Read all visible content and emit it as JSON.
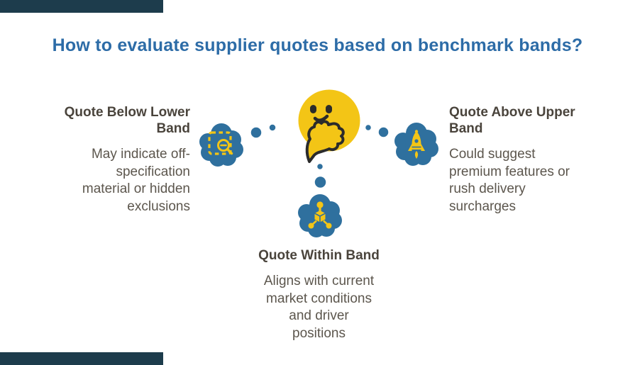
{
  "title": {
    "text": "How to evaluate supplier quotes based on benchmark bands?",
    "color": "#2d6ca7"
  },
  "decor": {
    "corner_bar_color": "#1d3c4c",
    "corner_bar_positions": [
      "top-left",
      "bottom-left"
    ]
  },
  "colors": {
    "background": "#ffffff",
    "cloud_blue": "#2f709e",
    "icon_yellow": "#f3c516",
    "emoji_yellow": "#f3c516",
    "emoji_feature_dark": "#2b2b2b",
    "heading_text": "#4a443c",
    "body_text": "#5c564d"
  },
  "center": {
    "emoji": "thinking-face"
  },
  "blocks": {
    "below": {
      "title": "Quote Below Lower Band",
      "body": "May indicate off-specification material or hidden exclusions",
      "icon": "zoom-inspect-icon"
    },
    "above": {
      "title": "Quote Above Upper Band",
      "body": "Could suggest premium features or rush delivery surcharges",
      "icon": "rocket-icon"
    },
    "within": {
      "title": "Quote Within Band",
      "body": "Aligns with current market conditions and driver positions",
      "icon": "cube-network-icon"
    }
  }
}
